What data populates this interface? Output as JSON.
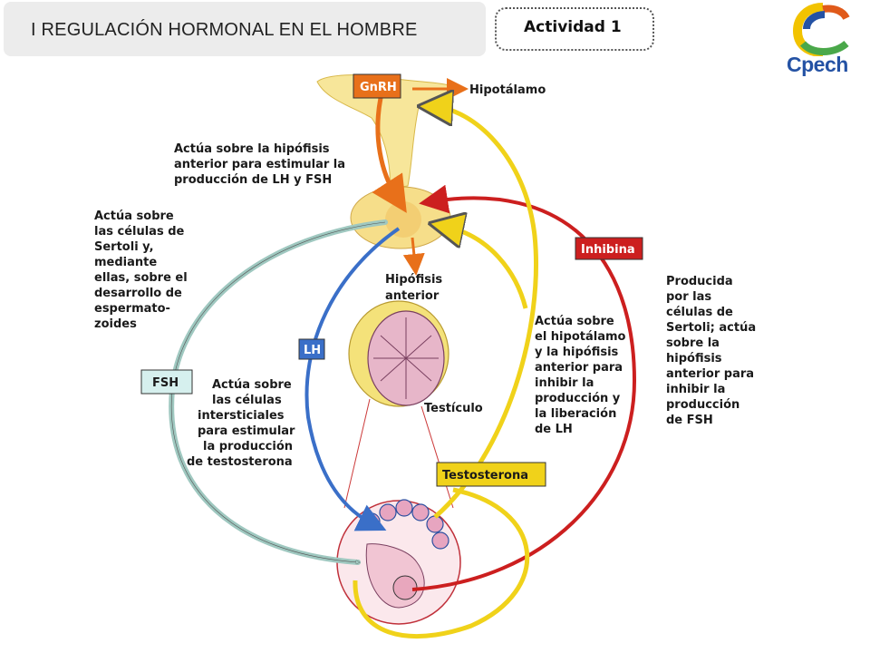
{
  "header": {
    "title": "I REGULACIÓN HORMONAL EN EL HOMBRE",
    "activity": "Actividad 1",
    "logo_text": "Cpech"
  },
  "diagram": {
    "tags": {
      "gnrh": "GnRH",
      "inhibina": "Inhibina",
      "lh": "LH",
      "fsh": "FSH",
      "testosterona": "Testosterona"
    },
    "labels": {
      "hipotalamo": "Hipotálamo",
      "hipofisis": [
        "Hipófisis",
        "anterior"
      ],
      "testiculo": "Testículo",
      "gnrh_action": [
        "Actúa sobre la hipófisis",
        "anterior para estimular la",
        "producción de LH y FSH"
      ],
      "fsh_action": [
        "Actúa sobre",
        "las células de",
        "Sertoli y,",
        "mediante",
        "ellas, sobre el",
        "desarrollo de",
        "espermato-",
        "zoides"
      ],
      "lh_action": [
        "Actúa sobre",
        "las células",
        "intersticiales",
        "para estimular",
        "la producción",
        "de testosterona"
      ],
      "testosterona_action": [
        "Actúa sobre",
        "el hipotálamo",
        "y la hipófisis",
        "anterior para",
        "inhibir la",
        "producción y",
        "la liberación",
        "de LH"
      ],
      "inhibina_action": [
        "Producida",
        "por las",
        "células de",
        "Sertoli; actúa",
        "sobre la",
        "hipófisis",
        "anterior para",
        "inhibir la",
        "producción",
        "de FSH"
      ]
    },
    "colors": {
      "gnrh": "#e8701a",
      "inhibina": "#cc1f1f",
      "lh": "#3a6fc8",
      "fsh": "#9fc8c0",
      "testosterona": "#f0d21a"
    }
  }
}
